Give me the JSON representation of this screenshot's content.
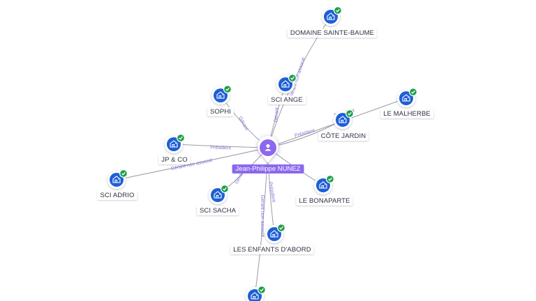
{
  "person": {
    "name": "Jean-Philippe NUNEZ",
    "icon": "person-icon"
  },
  "colors": {
    "accent": "#8b68ee",
    "company_icon": "#1e5fd6",
    "check": "#1f9e4a",
    "edge": "#9a9ca6",
    "edge_label": "#7f73d6"
  },
  "companies": [
    {
      "id": "domaine-sainte-baume",
      "label": "DOMAINE SAINTE-BAUME",
      "role": "Gérant non associé"
    },
    {
      "id": "sci-ange",
      "label": "SCI ANGE",
      "role": "Gérant"
    },
    {
      "id": "sophi",
      "label": "SOPHI",
      "role": "Gérant"
    },
    {
      "id": "le-malherbe",
      "label": "LE MALHERBE",
      "role": "Président"
    },
    {
      "id": "cote-jardin",
      "label": "CÔTE JARDIN",
      "role": "Président"
    },
    {
      "id": "jp-co",
      "label": "JP & CO",
      "role": "Président"
    },
    {
      "id": "sci-adrio",
      "label": "SCI ADRIO",
      "role": "Gérant non associé"
    },
    {
      "id": "sci-sacha",
      "label": "SCI SACHA",
      "role": "Gérant"
    },
    {
      "id": "le-bonaparte",
      "label": "LE BONAPARTE",
      "role": ""
    },
    {
      "id": "les-enfants-dabord",
      "label": "LES ENFANTS D'ABORD",
      "role": "Président"
    },
    {
      "id": "unlabeled-bottom",
      "label": "",
      "role": "Gérant non associé"
    }
  ]
}
